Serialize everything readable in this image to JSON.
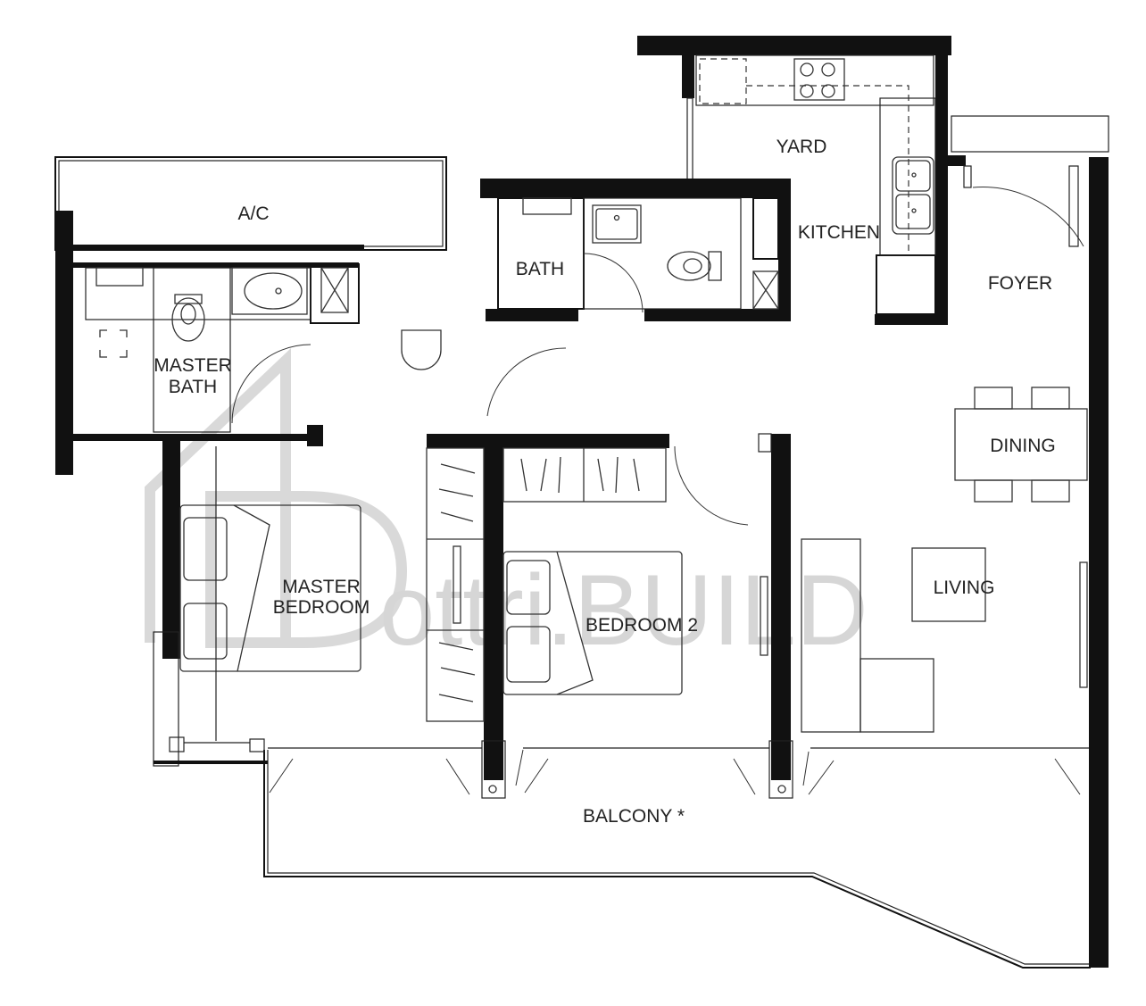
{
  "rooms": {
    "ac": "A/C",
    "yard": "YARD",
    "kitchen": "KITCHEN",
    "bath": "BATH",
    "foyer": "FOYER",
    "master_bath_line1": "MASTER",
    "master_bath_line2": "BATH",
    "dining": "DINING",
    "master_bedroom_line1": "MASTER",
    "master_bedroom_line2": "BEDROOM",
    "bedroom2": "BEDROOM 2",
    "living": "LIVING",
    "balcony": "BALCONY *"
  },
  "watermark": {
    "text": "ottri.BUILD"
  }
}
